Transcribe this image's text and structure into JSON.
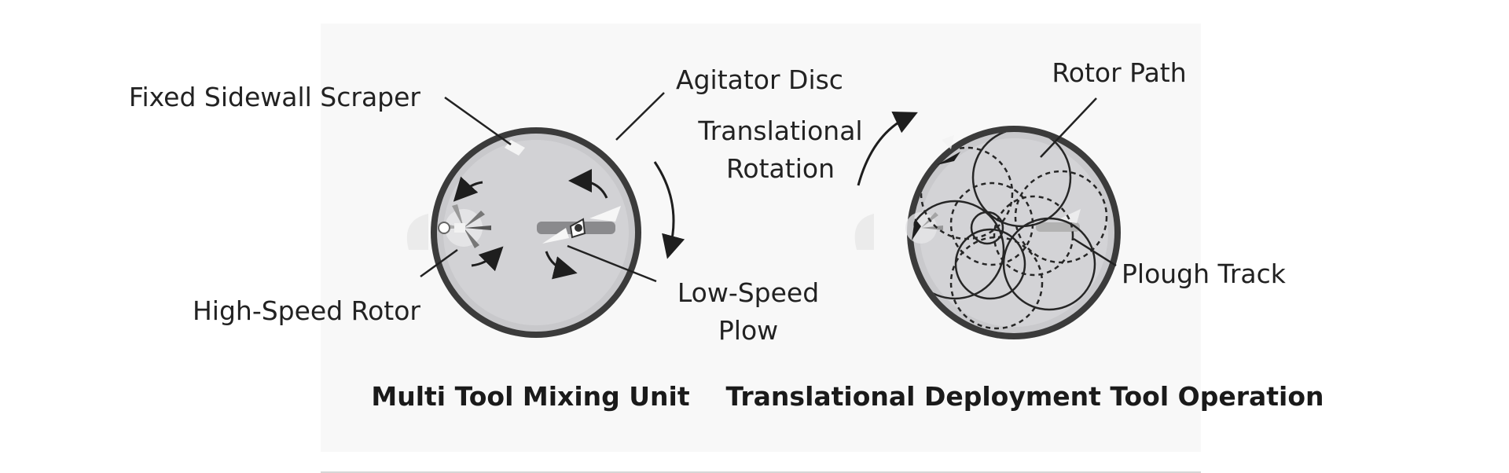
{
  "left_diagram": {
    "caption": "Multi Tool Mixing Unit",
    "labels": {
      "scraper": "Fixed Sidewall Scraper",
      "agitator": "Agitator Disc",
      "rotor": "High-Speed Rotor",
      "plow_line1": "Low-Speed",
      "plow_line2": "Plow"
    }
  },
  "right_diagram": {
    "caption": "Translational Deployment Tool Operation",
    "labels": {
      "rotor_path": "Rotor Path",
      "translational_line1": "Translational",
      "translational_line2": "Rotation",
      "plough_track": "Plough Track"
    }
  },
  "colors": {
    "rim": "#3a3a3a",
    "disc": "#c9c9cc",
    "disc_inner": "#d3d3d6",
    "ink": "#1e1e1e"
  }
}
